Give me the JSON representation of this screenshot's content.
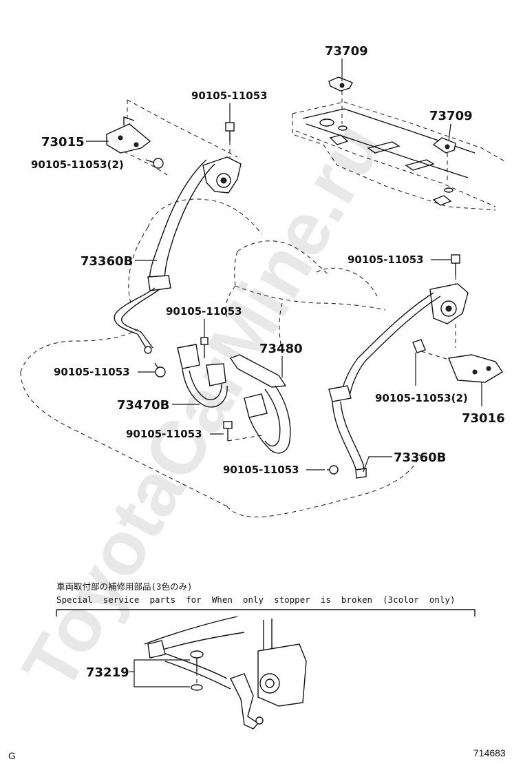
{
  "watermark": "ToyotaCarMine.ru",
  "labels": {
    "p73709_a": "73709",
    "p73709_b": "73709",
    "p90105_top": "90105-11053",
    "p73015": "73015",
    "p90105_x2_left": "90105-11053(2)",
    "p73360B_left": "73360B",
    "p90105_right": "90105-11053",
    "p90105_center": "90105-11053",
    "p73480": "73480",
    "p90105_left_low": "90105-11053",
    "p73470B": "73470B",
    "p90105_x2_right": "90105-11053(2)",
    "p73016": "73016",
    "p90105_buckle": "90105-11053",
    "p73360B_right": "73360B",
    "p90105_bottom": "90105-11053",
    "p73219": "73219"
  },
  "note": {
    "japanese": "車両取付部の補修用部品(3色のみ)",
    "english": "Special  service  parts  for  When  only  stopper  is  broken  (3color  only)"
  },
  "footer": {
    "corner_letter": "G",
    "diagram_number": "714683"
  }
}
